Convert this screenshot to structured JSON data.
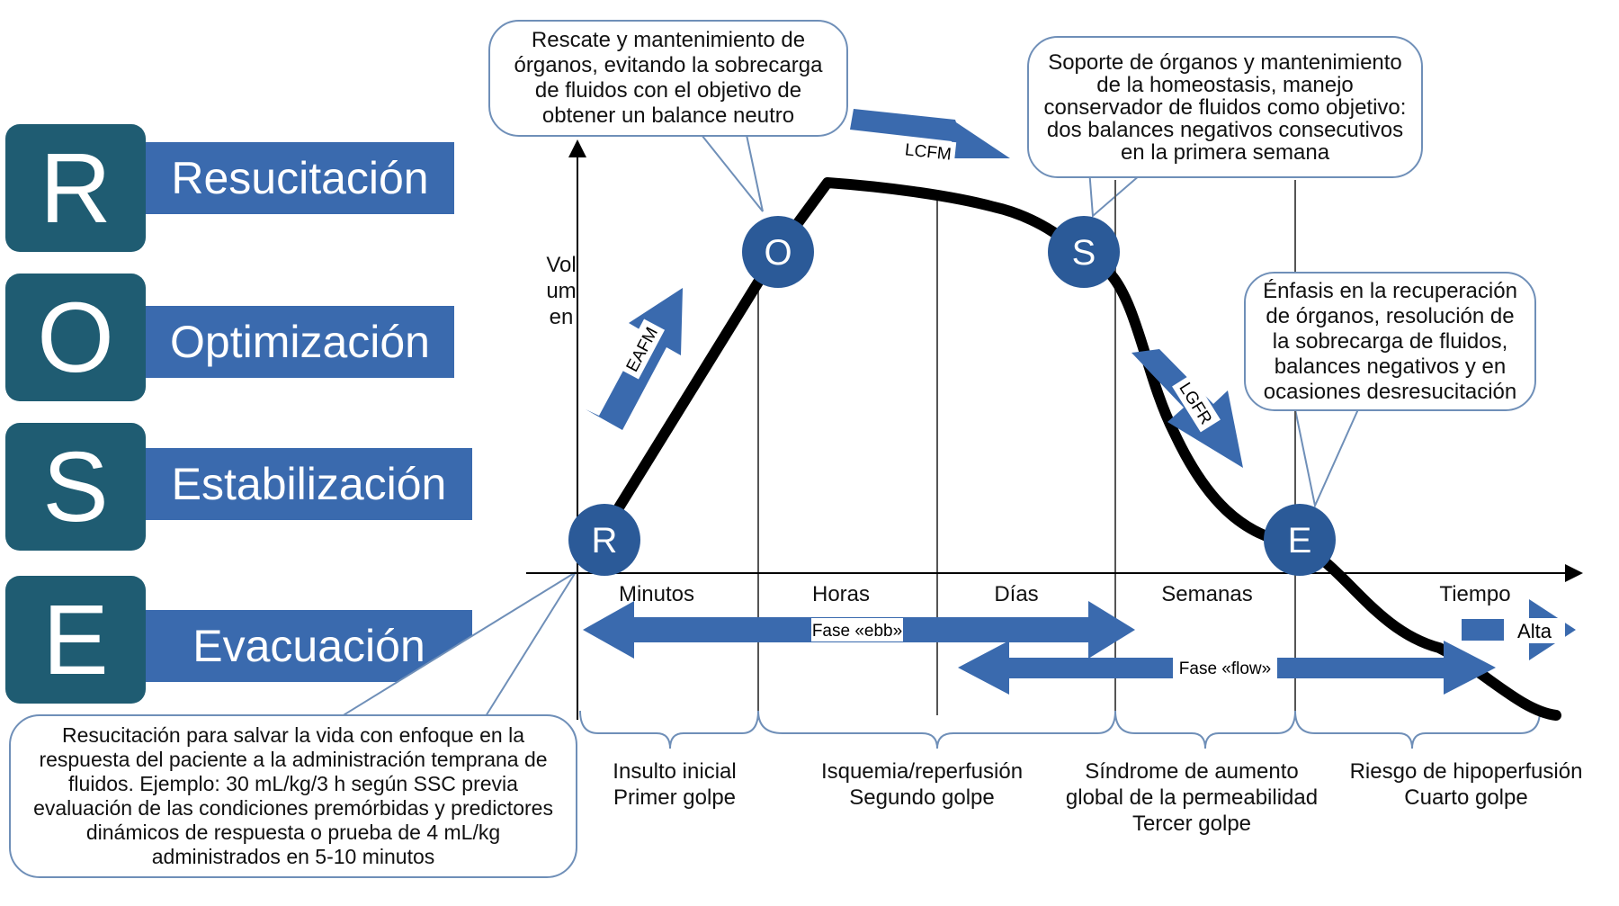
{
  "rose": {
    "items": [
      {
        "letter": "R",
        "label": "Resucitación"
      },
      {
        "letter": "O",
        "label": "Optimización"
      },
      {
        "letter": "S",
        "label": "Estabilización"
      },
      {
        "letter": "E",
        "label": "Evacuación"
      }
    ]
  },
  "axes": {
    "y_label": "Volumen",
    "x_label": "Tiempo",
    "periods": [
      "Minutos",
      "Horas",
      "Días",
      "Semanas"
    ]
  },
  "curve_nodes": [
    "R",
    "O",
    "S",
    "E"
  ],
  "arrows": {
    "eafm": "EAFM",
    "lcfm": "LCFM",
    "lgfr": "LGFR",
    "ebb": "Fase «ebb»",
    "flow": "Fase «flow»",
    "alta": "Alta"
  },
  "bubbles": {
    "optimization": "Rescate y mantenimiento de órganos, evitando la sobrecarga de fluidos con el objetivo de obtener un balance neutro",
    "stabilization": "Soporte de órganos y mantenimiento de la homeostasis, manejo conservador de fluidos como objetivo: dos balances negativos consecutivos en la primera semana",
    "evacuation": "Énfasis en la recuperación de órganos, resolución de la sobrecarga de fluidos, balances negativos y en ocasiones desresucitación",
    "resuscitation": "Resucitación para salvar la vida con enfoque en la respuesta del paciente a la administración temprana de fluidos. Ejemplo: 30 mL/kg/3 h según SSC previa evaluación de las condiciones premórbidas y predictores dinámicos de respuesta o prueba de 4 mL/kg administrados en 5-10 minutos"
  },
  "hits": [
    {
      "line1": "Insulto inicial",
      "line2": "Primer golpe",
      "line3": ""
    },
    {
      "line1": "Isquemia/reperfusión",
      "line2": "Segundo golpe",
      "line3": ""
    },
    {
      "line1": "Síndrome de aumento",
      "line2": "global de la permeabilidad",
      "line3": "Tercer golpe"
    },
    {
      "line1": "Riesgo de hipoperfusión",
      "line2": "Cuarto golpe",
      "line3": ""
    }
  ],
  "colors": {
    "letter_box": "#1f5c72",
    "bar": "#3a6aae",
    "arrow": "#3a6aae",
    "node": "#2b5a98",
    "bubble_border": "#6f8fb8"
  }
}
